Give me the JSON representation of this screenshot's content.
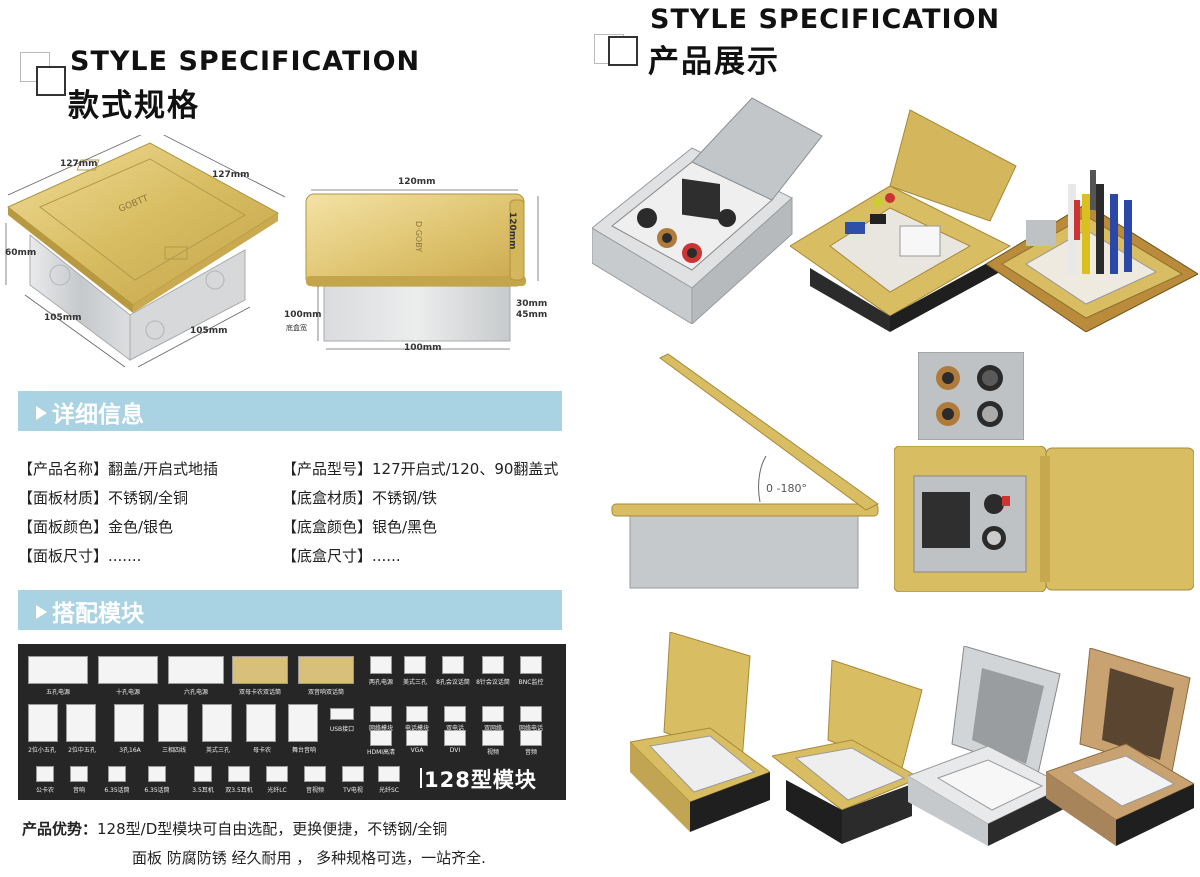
{
  "left_header": {
    "title_en": "STYLE SPECIFICATION",
    "title_cn": "款式规格"
  },
  "right_header": {
    "title_en": "STYLE SPECIFICATION",
    "title_cn": "产品展示"
  },
  "drawing_left": {
    "top_left": "127mm",
    "top_right": "127mm",
    "height": "60mm",
    "bottom_left": "105mm",
    "bottom_right": "105mm",
    "brand": "GOBTT"
  },
  "drawing_right": {
    "width_top": "120mm",
    "height_side": "120mm",
    "base": "100mm",
    "base_note": "底盒宽",
    "depth_1": "30mm",
    "depth_2": "45mm",
    "bottom": "100mm",
    "brand": "D·GOBY"
  },
  "details": {
    "heading": "详细信息",
    "rows": [
      {
        "left": "【产品名称】翻盖/开启式地插",
        "right": "【产品型号】127开启式/120、90翻盖式"
      },
      {
        "left": "【面板材质】不锈钢/全铜",
        "right": "【底盒材质】不锈钢/铁"
      },
      {
        "left": "【面板颜色】金色/银色",
        "right": "【底盒颜色】银色/黑色"
      },
      {
        "left": "【面板尺寸】.......",
        "right": "【底盒尺寸】......"
      }
    ]
  },
  "modules": {
    "heading": "搭配模块",
    "model_title": "128型模块",
    "row1": [
      "五孔电源",
      "十孔电源",
      "六孔电源",
      "双母卡农双话筒",
      "双音响双话筒",
      "两孔电源",
      "美式三孔",
      "8孔会议话筒",
      "8针会议话筒",
      "BNC监控"
    ],
    "row2": [
      "2位小五孔",
      "2位中五孔",
      "3孔16A",
      "三相四线",
      "英式三孔",
      "母卡农",
      "舞台音响",
      "USB接口",
      "网络模块",
      "电话模块",
      "双电话",
      "双网络",
      "网络电话",
      "HDMI高清",
      "VGA",
      "DVI",
      "视频",
      "音频"
    ],
    "row3": [
      "公卡农",
      "音响",
      "6.35话筒",
      "6.35话筒",
      "3.5耳机",
      "双3.5耳机",
      "光纤LC",
      "音视频",
      "TV电视",
      "光纤SC"
    ]
  },
  "advantages": {
    "label": "产品优势：",
    "line1": "128型/D型模块可自由选配，更换便捷，不锈钢/全铜",
    "line2": "面板 防腐防锈 经久耐用 ， 多种规格可选，一站齐全."
  },
  "angle_label": "0 -180°",
  "colors": {
    "band": "#a9d3e2",
    "gold": "#d8bd62",
    "silver": "#c9ccce",
    "panel_dark": "#262626"
  }
}
